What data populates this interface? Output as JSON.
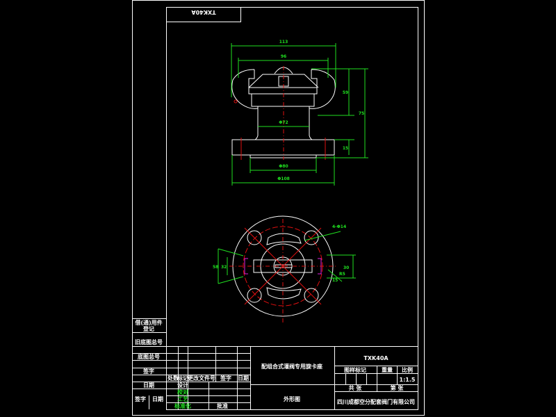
{
  "drawing_code_rotated": "TXK40A",
  "title_block": {
    "part_name": "配组合式灌阀专用旋卡座",
    "drawing_type": "外形图",
    "model": "TXK40A",
    "company": "四川成都空分配套阀门有限公司",
    "labels": {
      "drawing_mark": "图样标记",
      "weight": "重量",
      "scale": "比例",
      "scale_value": "1:1.5",
      "sheets_total": "共 张",
      "sheet_no": "第 张"
    },
    "revision_headers": [
      "标记",
      "处数",
      "更改文件号",
      "签字",
      "日期"
    ],
    "roles": [
      "设计",
      "校对",
      "工艺",
      "标准化"
    ],
    "approve": "批准",
    "left_column": [
      "借(通)用件",
      "登记",
      "旧底图总号",
      "底图总号",
      "签字",
      "日期",
      "签字",
      "日期"
    ]
  },
  "dimensions": {
    "front": [
      "113",
      "96",
      "59",
      "75",
      "Φ72",
      "15",
      "Φ80",
      "Φ108"
    ],
    "bottom": [
      "4-Φ14",
      "58",
      "32",
      "R5",
      "30",
      "15"
    ]
  },
  "colors": {
    "outline": "#ffffff",
    "centerline": "#e01010",
    "dimension": "#20e020",
    "hidden": "#e020e0",
    "background": "#000000"
  }
}
